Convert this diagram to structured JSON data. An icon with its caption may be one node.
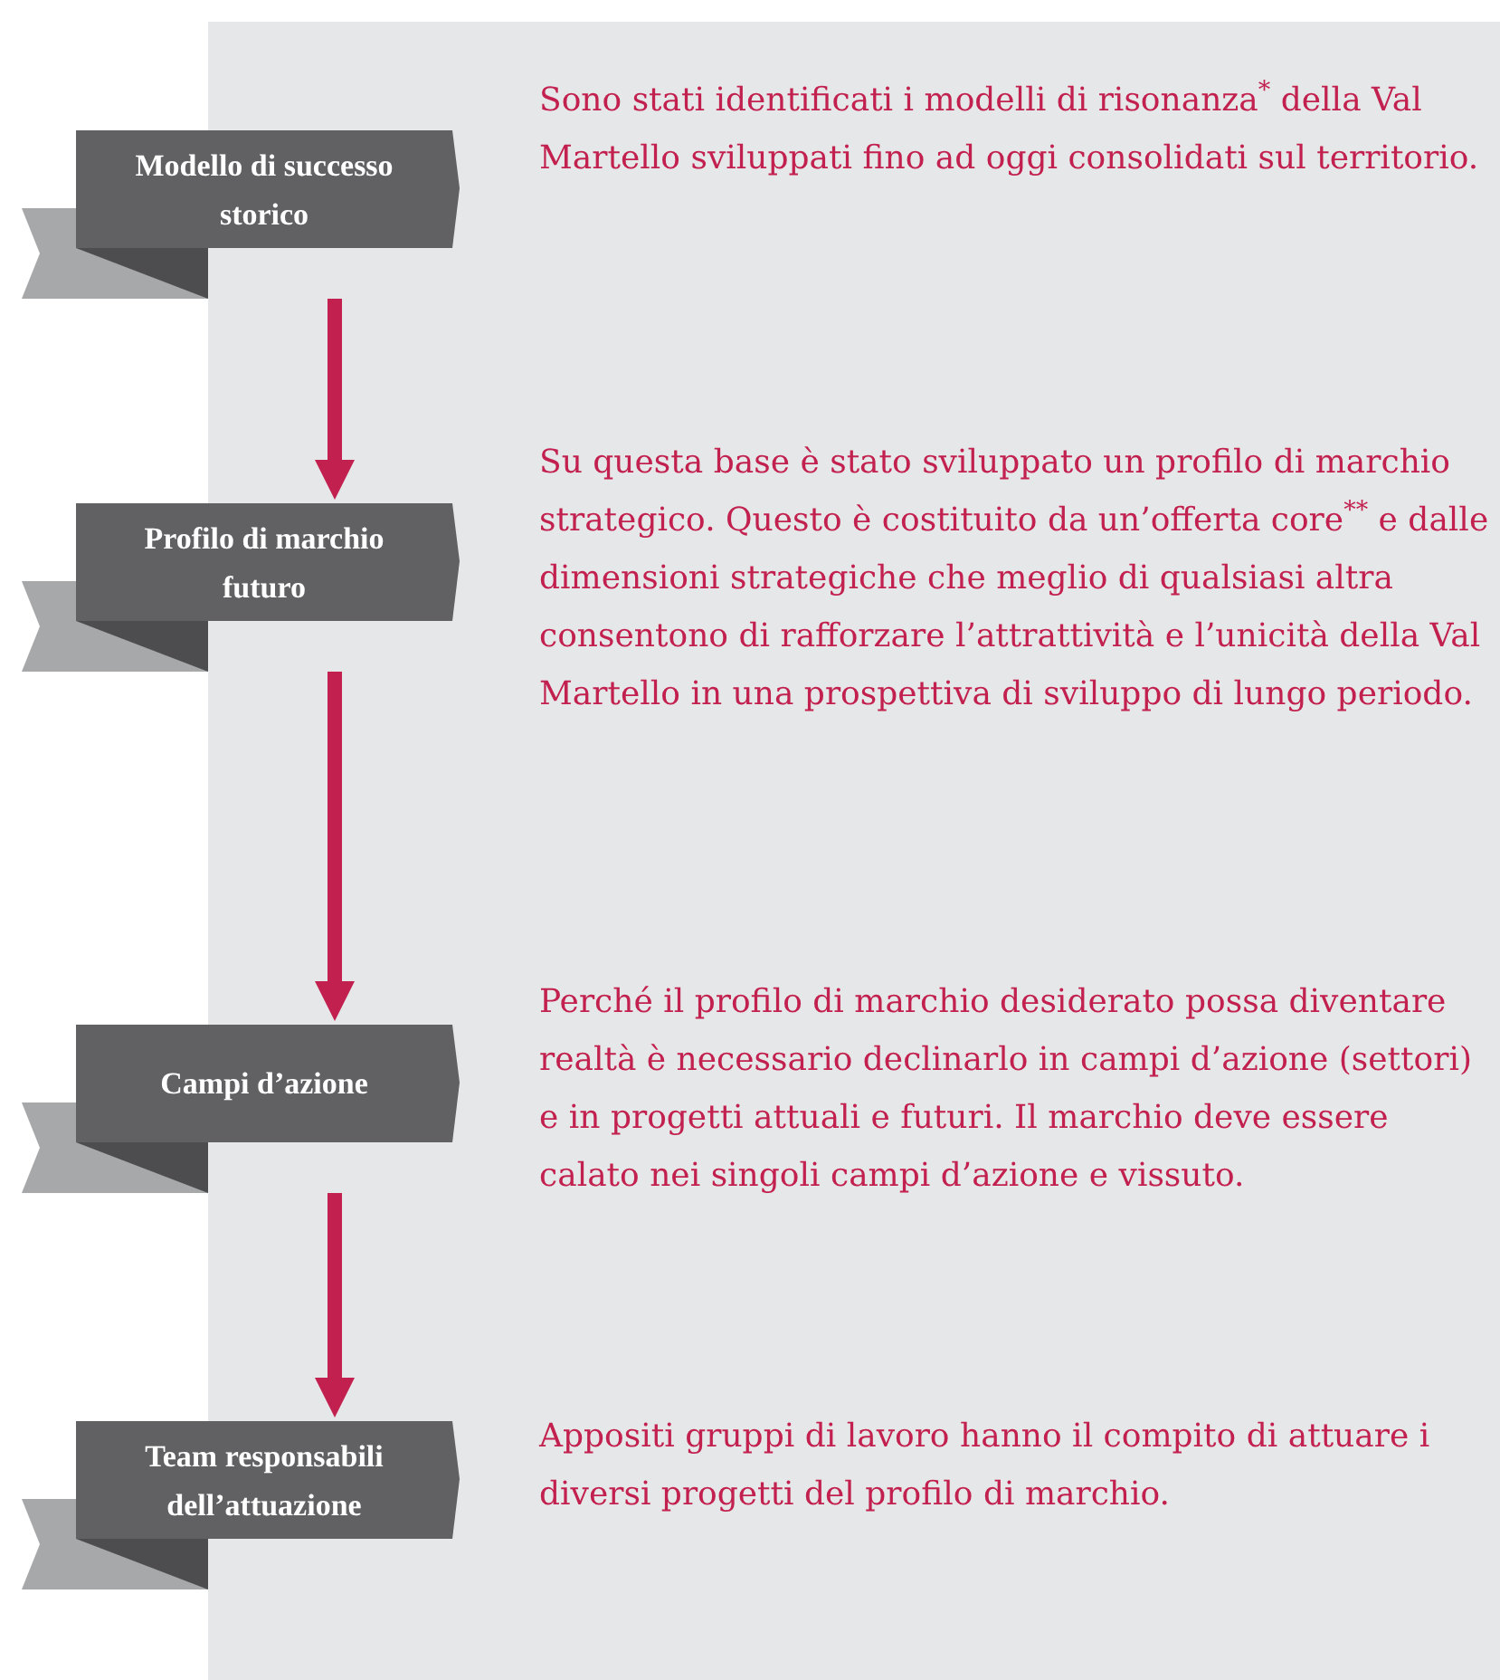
{
  "diagram": {
    "nodes": [
      {
        "text": [
          "Modello di successo storico"
        ],
        "beside": [
          "Sono stati identificati i modelli di risonanza$^{*}$ della Val Martello sviluppati fino ad oggi consolidati sul territorio."
        ]
      },
      {
        "text": [
          "Profilo di marchio futuro"
        ],
        "beside": [
          "Su questa base è stato sviluppato un profilo di marchio strategico. Questo è costituito da un’offerta core$^{**}$ e dalle dimensioni strategiche che meglio di qualsiasi altra consentono di rafforzare l’attrattività e l’unicità della Val Martello in una prospettiva di sviluppo di lungo periodo."
        ]
      },
      {
        "text": [
          "Campi d’azione"
        ],
        "beside": [
          "Perché il profilo di marchio desiderato possa diventare realtà è necessario declinarlo in campi d’azione (settori) e in progetti attuali e futuri. Il marchio deve essere calato nei singoli campi d’azione e vissuto."
        ]
      },
      {
        "text": [
          "Team responsabili dell’attuazione"
        ],
        "beside": [
          "Appositi gruppi di lavoro hanno il compito di attuare i diversi progetti del profilo di marchio."
        ]
      }
    ],
    "edges": [
      {
        "from": 0,
        "to": 1,
        "arrow": "to",
        "color": "#c2214f"
      },
      {
        "from": 1,
        "to": 2,
        "arrow": "to",
        "color": "#c2214f"
      },
      {
        "from": 2,
        "to": 3,
        "arrow": "to",
        "color": "#c2214f"
      }
    ]
  }
}
